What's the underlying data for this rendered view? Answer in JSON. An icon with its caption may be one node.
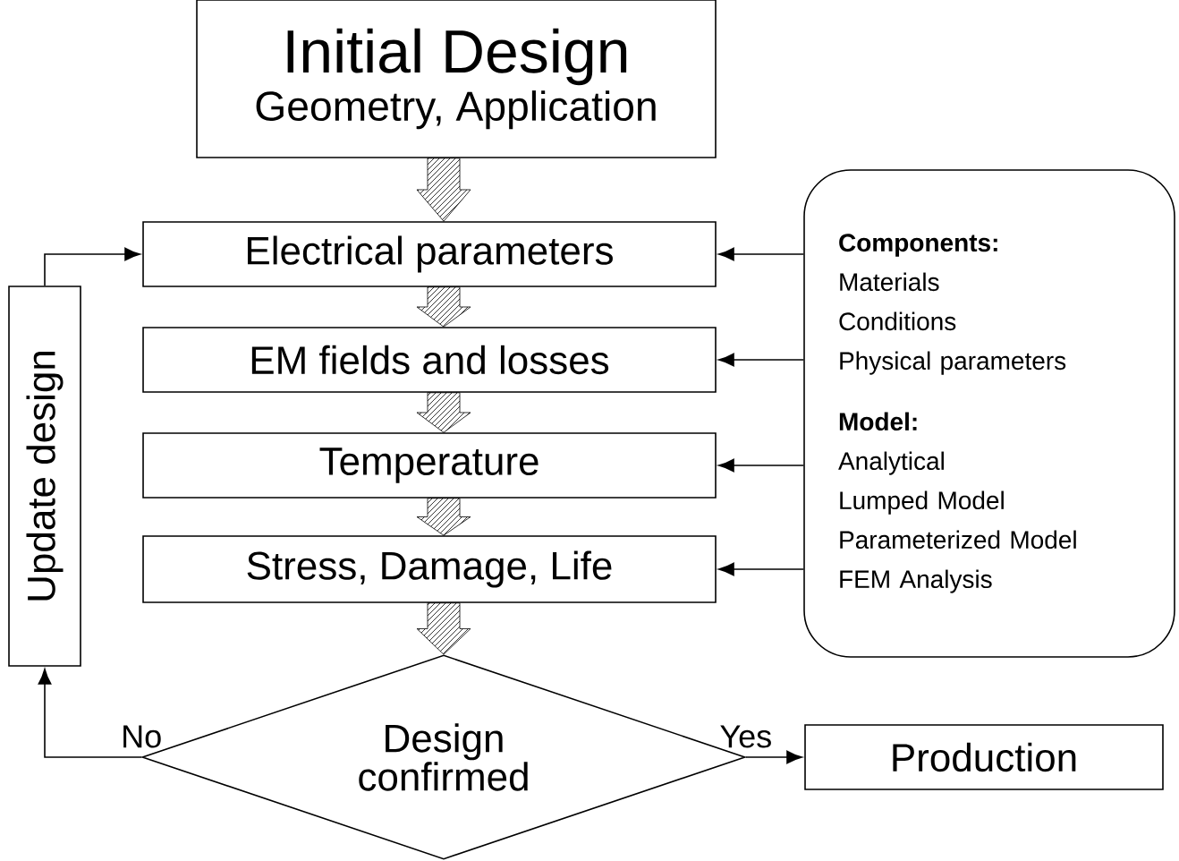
{
  "diagram": {
    "nodes": [
      {
        "text": [
          "Initial Design",
          "Geometry, Application"
        ]
      },
      {
        "text": [
          "Electrical parameters"
        ]
      },
      {
        "text": [
          "EM fields and losses"
        ]
      },
      {
        "text": [
          "Temperature"
        ]
      },
      {
        "text": [
          "Stress, Damage, Life"
        ]
      },
      {
        "text": [
          "Design confirmed"
        ]
      },
      {
        "text": [
          "Production"
        ]
      },
      {
        "text": [
          "Update design"
        ]
      },
      {
        "text": [
          "Components:",
          "Materials",
          "Conditions",
          "Physical parameters",
          "Model:",
          "Analytical",
          "Lumped Model",
          "Parameterized Model",
          "FEM Analysis"
        ]
      }
    ],
    "edges": [
      {
        "from": 0,
        "to": 1,
        "arrow": "to",
        "style": "thick"
      },
      {
        "from": 1,
        "to": 2,
        "arrow": "to",
        "style": "thick"
      },
      {
        "from": 2,
        "to": 3,
        "arrow": "to",
        "style": "thick"
      },
      {
        "from": 3,
        "to": 4,
        "arrow": "to",
        "style": "thick"
      },
      {
        "from": 4,
        "to": 5,
        "arrow": "to",
        "style": "thick"
      },
      {
        "from": 5,
        "to": 6,
        "arrow": "to",
        "label": "Yes"
      },
      {
        "from": 5,
        "to": 7,
        "arrow": "to",
        "label": "No"
      },
      {
        "from": 7,
        "to": 1,
        "arrow": "to"
      },
      {
        "from": 8,
        "to": 1,
        "arrow": "to"
      },
      {
        "from": 8,
        "to": 2,
        "arrow": "to"
      },
      {
        "from": 8,
        "to": 3,
        "arrow": "to"
      },
      {
        "from": 8,
        "to": 4,
        "arrow": "to"
      }
    ]
  }
}
